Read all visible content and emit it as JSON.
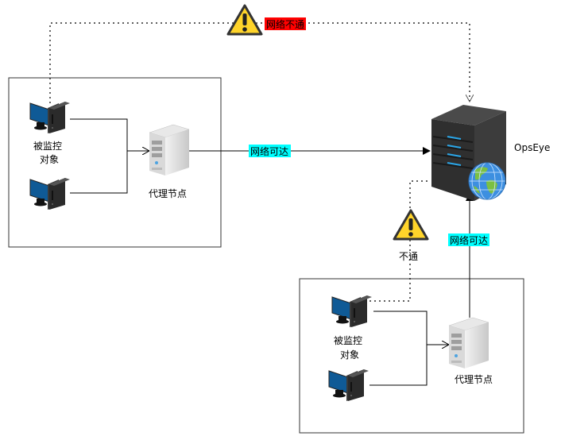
{
  "diagram": {
    "top_link": {
      "label": "网络不通",
      "label_bg": "#ff0000",
      "style": "dotted",
      "status": "unreachable"
    },
    "group_a": {
      "monitored_label_line1": "被监控",
      "monitored_label_line2": "对象",
      "proxy_label": "代理节点",
      "proxy_link_label": "网络可达",
      "proxy_link_bg": "#00ffff"
    },
    "server": {
      "label": "OpsEye"
    },
    "group_b": {
      "blocked_label": "不通",
      "monitored_label_line1": "被监控",
      "monitored_label_line2": "对象",
      "proxy_label": "代理节点",
      "proxy_link_label": "网络可达",
      "proxy_link_bg": "#00ffff"
    },
    "colors": {
      "warning_fill": "#ffd42a",
      "monitor_screen": "#0f5a96",
      "server_body": "#333333",
      "server_led": "#2aa6e8"
    }
  }
}
